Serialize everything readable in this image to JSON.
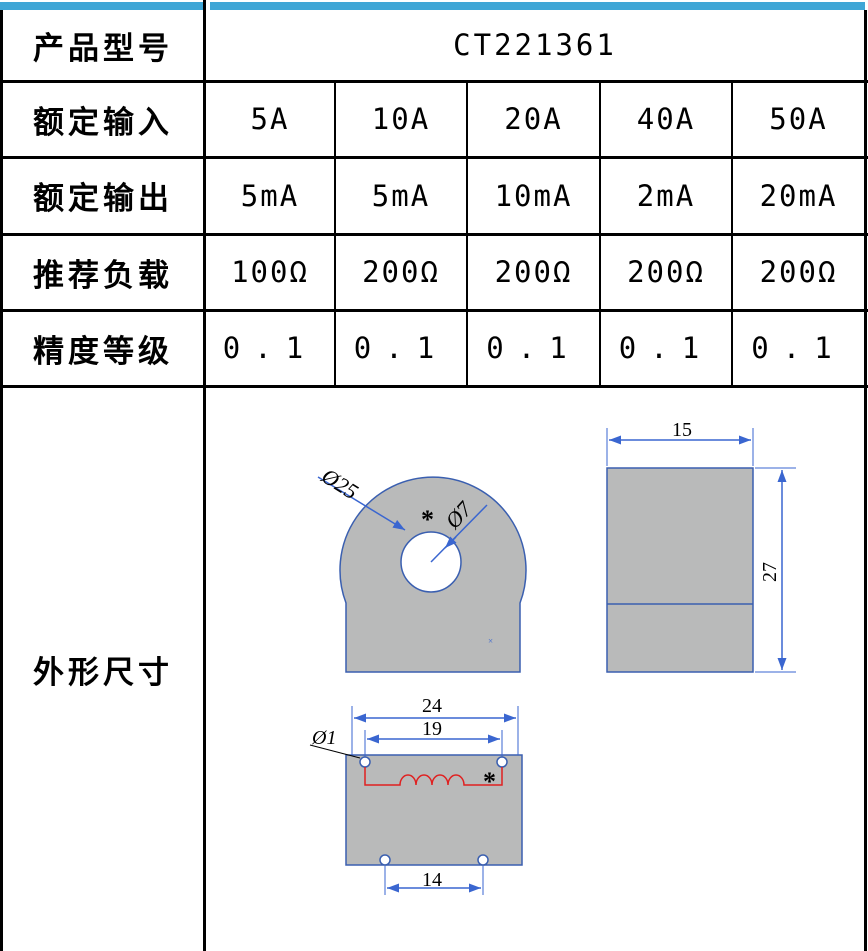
{
  "model": {
    "label": "产品型号",
    "value": "CT221361"
  },
  "rows": [
    {
      "label": "额定输入",
      "values": [
        "5A",
        "10A",
        "20A",
        "40A",
        "50A"
      ]
    },
    {
      "label": "额定输出",
      "values": [
        "5mA",
        "5mA",
        "10mA",
        "2mA",
        "20mA"
      ]
    },
    {
      "label": "推荐负载",
      "values": [
        "100Ω",
        "200Ω",
        "200Ω",
        "200Ω",
        "200Ω"
      ]
    },
    {
      "label": "精度等级",
      "values": [
        "0.1",
        "0.1",
        "0.1",
        "0.1",
        "0.1"
      ]
    }
  ],
  "dimensions": {
    "label": "外形尺寸",
    "outer_dia": "Ø25",
    "inner_dia": "Ø7",
    "width_side": "15",
    "height_side": "27",
    "pin_span_outer": "24",
    "pin_span_inner": "19",
    "bottom_pin_span": "14",
    "pin_dia": "Ø1",
    "polarity_mark": "*"
  },
  "colors": {
    "accent": "#3fa6d6",
    "dim_line": "#3a66d0",
    "body": "#b9baba",
    "coil": "#e02020"
  }
}
